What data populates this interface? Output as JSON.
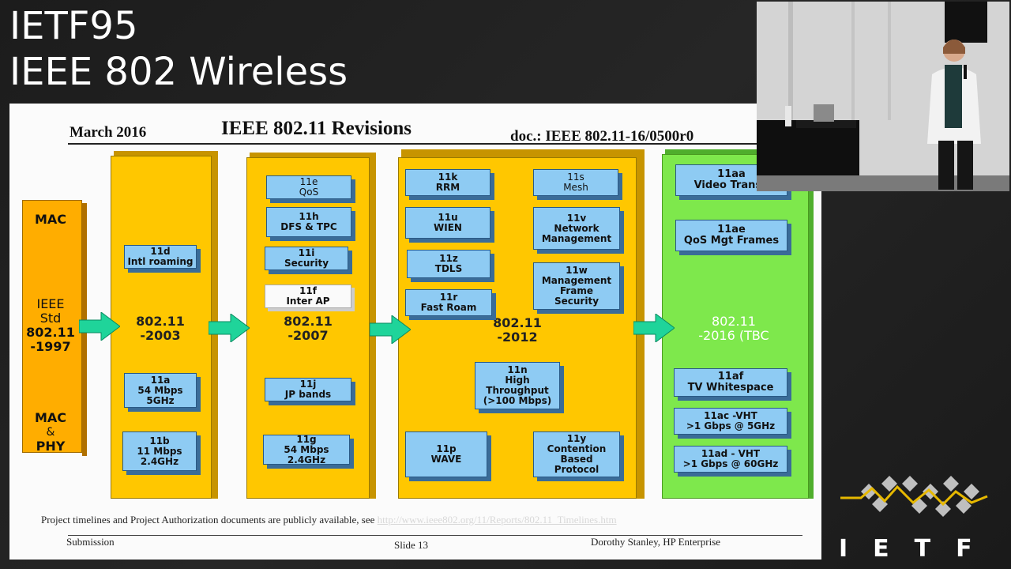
{
  "session": {
    "line1": "IETF95",
    "line2": "IEEE 802 Wireless"
  },
  "slide": {
    "date": "March 2016",
    "title": "IEEE 802.11 Revisions",
    "doc": "doc.: IEEE 802.11-16/0500r0",
    "col0": {
      "top": "MAC",
      "name1": "IEEE",
      "name2": "Std",
      "name3": "802.11",
      "name4": "-1997",
      "bottom1": "MAC",
      "bottom2": "&",
      "bottom3": "PHY"
    },
    "col1": {
      "name1": "802.11",
      "name2": "-2003",
      "boxes": [
        {
          "id": "11d",
          "desc": "Intl roaming"
        },
        {
          "id": "11a",
          "desc1": "54 Mbps",
          "desc2": "5GHz"
        },
        {
          "id": "11b",
          "desc1": "11 Mbps",
          "desc2": "2.4GHz"
        }
      ]
    },
    "col2": {
      "name1": "802.11",
      "name2": "-2007",
      "boxes": [
        {
          "id": "11e",
          "desc": "QoS"
        },
        {
          "id": "11h",
          "desc": "DFS & TPC"
        },
        {
          "id": "11i",
          "desc": "Security"
        },
        {
          "id": "11f",
          "desc": "Inter AP"
        },
        {
          "id": "11j",
          "desc": "JP bands"
        },
        {
          "id": "11g",
          "desc1": "54 Mbps",
          "desc2": "2.4GHz"
        }
      ]
    },
    "col3": {
      "name1": "802.11",
      "name2": "-2012",
      "boxes": [
        {
          "id": "11k",
          "desc": "RRM"
        },
        {
          "id": "11s",
          "desc": "Mesh"
        },
        {
          "id": "11u",
          "desc": "WIEN"
        },
        {
          "id": "11v",
          "desc1": "Network",
          "desc2": "Management"
        },
        {
          "id": "11z",
          "desc": "TDLS"
        },
        {
          "id": "11w",
          "desc1": "Management",
          "desc2": "Frame",
          "desc3": "Security"
        },
        {
          "id": "11r",
          "desc": "Fast Roam"
        },
        {
          "id": "11n",
          "desc1": "High",
          "desc2": "Throughput",
          "desc3": "(>100 Mbps)"
        },
        {
          "id": "11p",
          "desc": "WAVE"
        },
        {
          "id": "11y",
          "desc1": "Contention",
          "desc2": "Based",
          "desc3": "Protocol"
        }
      ]
    },
    "col4": {
      "name1": "802.11",
      "name2": "-2016 (TBC",
      "boxes": [
        {
          "id": "11aa",
          "desc": "Video Transp"
        },
        {
          "id": "11ae",
          "desc": "QoS Mgt Frames"
        },
        {
          "id": "11af",
          "desc": "TV Whitespace"
        },
        {
          "id": "11ac -VHT",
          "desc": ">1 Gbps @ 5GHz"
        },
        {
          "id": "11ad - VHT",
          "desc": ">1 Gbps @ 60GHz"
        }
      ]
    },
    "footer": {
      "note": "Project timelines and Project Authorization documents are publicly available,  see",
      "link": "http://www.ieee802.org/11/Reports/802.11_Timelines.htm",
      "submission": "Submission",
      "slide_no": "Slide 13",
      "author": "Dorothy Stanley, HP Enterprise"
    }
  },
  "branding": {
    "logo_text": "IETF"
  },
  "colors": {
    "gold": "#ffc700",
    "green": "#7ee84c",
    "orange": "#ffad00",
    "box": "#8ecbf3",
    "arrow": "#1fd49a"
  }
}
